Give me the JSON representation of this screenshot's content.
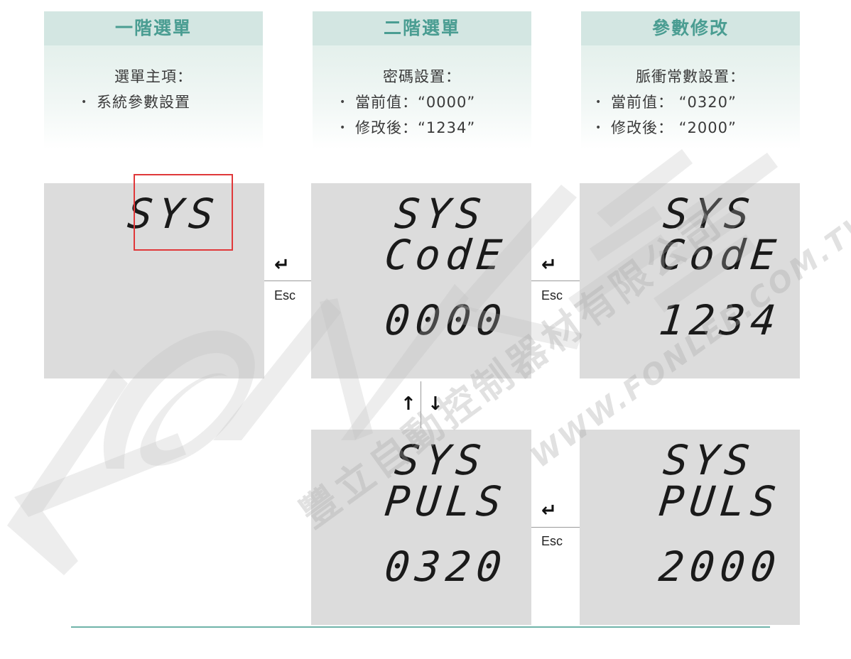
{
  "columns": [
    {
      "title": "一階選單",
      "lines": [
        "選單主項：",
        "系統參數設置"
      ]
    },
    {
      "title": "二階選單",
      "lines": [
        "密碼設置：",
        "當前值：“0000”",
        "修改後：“1234”"
      ]
    },
    {
      "title": "參數修改",
      "lines": [
        "脈衝常數設置：",
        "當前值： “0320”",
        "修改後： “2000”"
      ]
    }
  ],
  "panels": {
    "sys_menu": {
      "line1": "SYS"
    },
    "code_current": {
      "line1": "SYS",
      "line2": "CodE",
      "value": "0000"
    },
    "code_modified": {
      "line1": "SYS",
      "line2": "CodE",
      "value": "1234"
    },
    "puls_current": {
      "line1": "SYS",
      "line2": "PULS",
      "value": "0320"
    },
    "puls_modified": {
      "line1": "SYS",
      "line2": "PULS",
      "value": "2000"
    }
  },
  "connectors": {
    "enter_symbol": "↵",
    "esc_label": "Esc",
    "up_symbol": "↑",
    "down_symbol": "↓"
  },
  "watermark": {
    "logo": "FONLEE",
    "chinese": "豐立自動控制器材有限公司",
    "url": "WWW.FONLEE.COM.TW"
  },
  "colors": {
    "header_bg": "#d3e6e2",
    "header_text": "#4a9d92",
    "lcd_bg": "#dcdcdc",
    "highlight": "#e0383a",
    "rule": "#6fb3a9"
  }
}
